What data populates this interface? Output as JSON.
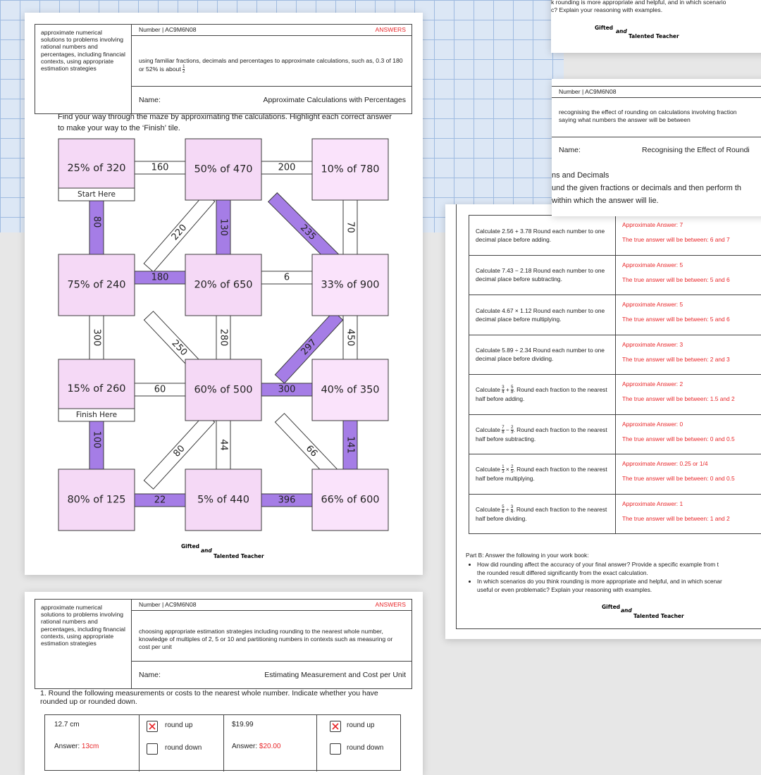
{
  "colors": {
    "highlight": "#a57de6",
    "tile": "#f5d9f6",
    "tile_border": "#3a3a3a",
    "answer_red": "#e8272a",
    "grid_bg": "#dce7f5"
  },
  "main": {
    "header": {
      "left": "approximate numerical solutions to problems involving rational numbers and percentages, including financial contexts, using appropriate estimation strategies",
      "code": "Number | AC9M6N08",
      "answers": "ANSWERS",
      "desc_before": "using familiar fractions, decimals and percentages to approximate calculations, such as, 0.3 of 180 or 52% is about",
      "frac_num": "1",
      "frac_den": "2",
      "name_label": "Name:",
      "title": "Approximate Calculations with Percentages"
    },
    "instruction": "Find your way through the maze by approximating the calculations. Highlight each correct answer to make your way to the ‘Finish’ tile.",
    "tiles": [
      {
        "label": "25% of 320",
        "caption": "Start Here"
      },
      {
        "label": "50% of 470"
      },
      {
        "label": "10% of 780"
      },
      {
        "label": "75% of 240"
      },
      {
        "label": "20% of 650"
      },
      {
        "label": "33% of 900"
      },
      {
        "label": "15% of 260",
        "caption": "Finish Here"
      },
      {
        "label": "60% of 500"
      },
      {
        "label": "40% of 350"
      },
      {
        "label": "80% of 125"
      },
      {
        "label": "5% of 440"
      },
      {
        "label": "66% of 600"
      }
    ],
    "connectors": [
      {
        "value": "160",
        "highlighted": false
      },
      {
        "value": "200",
        "highlighted": false
      },
      {
        "value": "80",
        "highlighted": true
      },
      {
        "value": "220",
        "highlighted": false
      },
      {
        "value": "130",
        "highlighted": true
      },
      {
        "value": "235",
        "highlighted": true
      },
      {
        "value": "70",
        "highlighted": false
      },
      {
        "value": "180",
        "highlighted": true
      },
      {
        "value": "6",
        "highlighted": false
      },
      {
        "value": "300",
        "highlighted": false
      },
      {
        "value": "250",
        "highlighted": false
      },
      {
        "value": "280",
        "highlighted": false
      },
      {
        "value": "297",
        "highlighted": true
      },
      {
        "value": "450",
        "highlighted": false
      },
      {
        "value": "60",
        "highlighted": false
      },
      {
        "value": "300",
        "highlighted": true
      },
      {
        "value": "100",
        "highlighted": true
      },
      {
        "value": "80",
        "highlighted": false
      },
      {
        "value": "44",
        "highlighted": false
      },
      {
        "value": "66",
        "highlighted": false
      },
      {
        "value": "141",
        "highlighted": true
      },
      {
        "value": "22",
        "highlighted": true
      },
      {
        "value": "396",
        "highlighted": true
      }
    ],
    "logo": {
      "top": "Gifted",
      "and": "and",
      "bottom": "Talented Teacher"
    }
  },
  "right_top": {
    "line1": "k rounding is more appropriate and helpful, and in which scenario",
    "line2": "c? Explain your reasoning with examples.",
    "logo": {
      "top": "Gifted",
      "and": "and",
      "bottom": "Talented Teacher"
    }
  },
  "right_mid": {
    "code": "Number | AC9M6N08",
    "desc1": "recognising the effect of rounding on calculations involving fraction",
    "desc2": "saying what numbers the answer will be between",
    "name_label": "Name:",
    "title": "Recognising the Effect of Roundi",
    "section": "ns and Decimals",
    "instr1": "und the given fractions or decimals and then perform th",
    "instr2": "within which the answer will lie."
  },
  "right_bottom": {
    "rows": [
      {
        "q": "Calculate 2.56 + 3.78 Round each number to one decimal place before adding.",
        "a1": "Approximate Answer: 7",
        "a2": "The true answer will be between: 6 and 7"
      },
      {
        "q": "Calculate 7.43 − 2.18 Round each number to one decimal place before subtracting.",
        "a1": "Approximate Answer: 5",
        "a2": "The true answer will be between: 5 and 6"
      },
      {
        "q": "Calculate 4.67 × 1.12 Round each number to one decimal place before multiplying.",
        "a1": "Approximate Answer: 5",
        "a2": "The true answer will be between: 5 and 6"
      },
      {
        "q": "Calculate 5.89 ÷ 2.34 Round each number to one decimal place before dividing.",
        "a1": "Approximate Answer: 3",
        "a2": "The true answer will be between: 2 and 3"
      },
      {
        "q_pre": "Calculate",
        "f1n": "3",
        "f1d": "4",
        "op": "+",
        "f2n": "5",
        "f2d": "8",
        "q_post": ". Round each fraction to the nearest half before adding.",
        "a1": "Approximate Answer: 2",
        "a2": "The true answer will be between: 1.5 and 2"
      },
      {
        "q_pre": "Calculate",
        "f1n": "7",
        "f1d": "8",
        "op": "−",
        "f2n": "2",
        "f2d": "3",
        "q_post": ". Round each fraction to the nearest half before subtracting.",
        "a1": "Approximate Answer: 0",
        "a2": "The true answer will be between: 0 and 0.5"
      },
      {
        "q_pre": "Calculate",
        "f1n": "1",
        "f1d": "3",
        "op": "×",
        "f2n": "2",
        "f2d": "5",
        "q_post": ". Round each fraction to the nearest half before multiplying.",
        "a1": "Approximate Answer: 0.25 or 1/4",
        "a2": "The true answer will be between: 0 and 0.5"
      },
      {
        "q_pre": "Calculate",
        "f1n": "5",
        "f1d": "6",
        "op": "÷",
        "f2n": "3",
        "f2d": "4",
        "q_post": ". Round each fraction to the nearest half before dividing.",
        "a1": "Approximate Answer: 1",
        "a2": "The true answer will be between: 1 and 2"
      }
    ],
    "partb_title": "Part B: Answer the following in your work book:",
    "partb_1a": "How did rounding affect the accuracy of your final answer? Provide a specific example from t",
    "partb_1b": "the rounded result differed significantly from the exact calculation.",
    "partb_2a": "In which scenarios do you think rounding is more appropriate and helpful, and in which scenar",
    "partb_2b": "useful or even problematic? Explain your reasoning with examples.",
    "logo": {
      "top": "Gifted",
      "and": "and",
      "bottom": "Talented Teacher"
    }
  },
  "bottom": {
    "header": {
      "left": "approximate numerical solutions to problems involving rational numbers and percentages, including financial contexts, using appropriate estimation strategies",
      "code": "Number | AC9M6N08",
      "answers": "ANSWERS",
      "desc": "choosing appropriate estimation strategies including rounding to the nearest whole number, knowledge of multiples of 2, 5 or 10 and partitioning numbers in contexts such as measuring or cost per unit",
      "name_label": "Name:",
      "title": "Estimating Measurement and Cost per Unit"
    },
    "question": "1. Round the following measurements or costs to the nearest whole number. Indicate whether you have rounded up or rounded down.",
    "items": [
      {
        "value": "12.7 cm",
        "answer_label": "Answer:",
        "answer": "13cm",
        "up": "round up",
        "down": "round down",
        "up_checked": true
      },
      {
        "value": "$19.99",
        "answer_label": "Answer:",
        "answer": "$20.00",
        "up": "round up",
        "down": "round down",
        "up_checked": true
      }
    ]
  }
}
